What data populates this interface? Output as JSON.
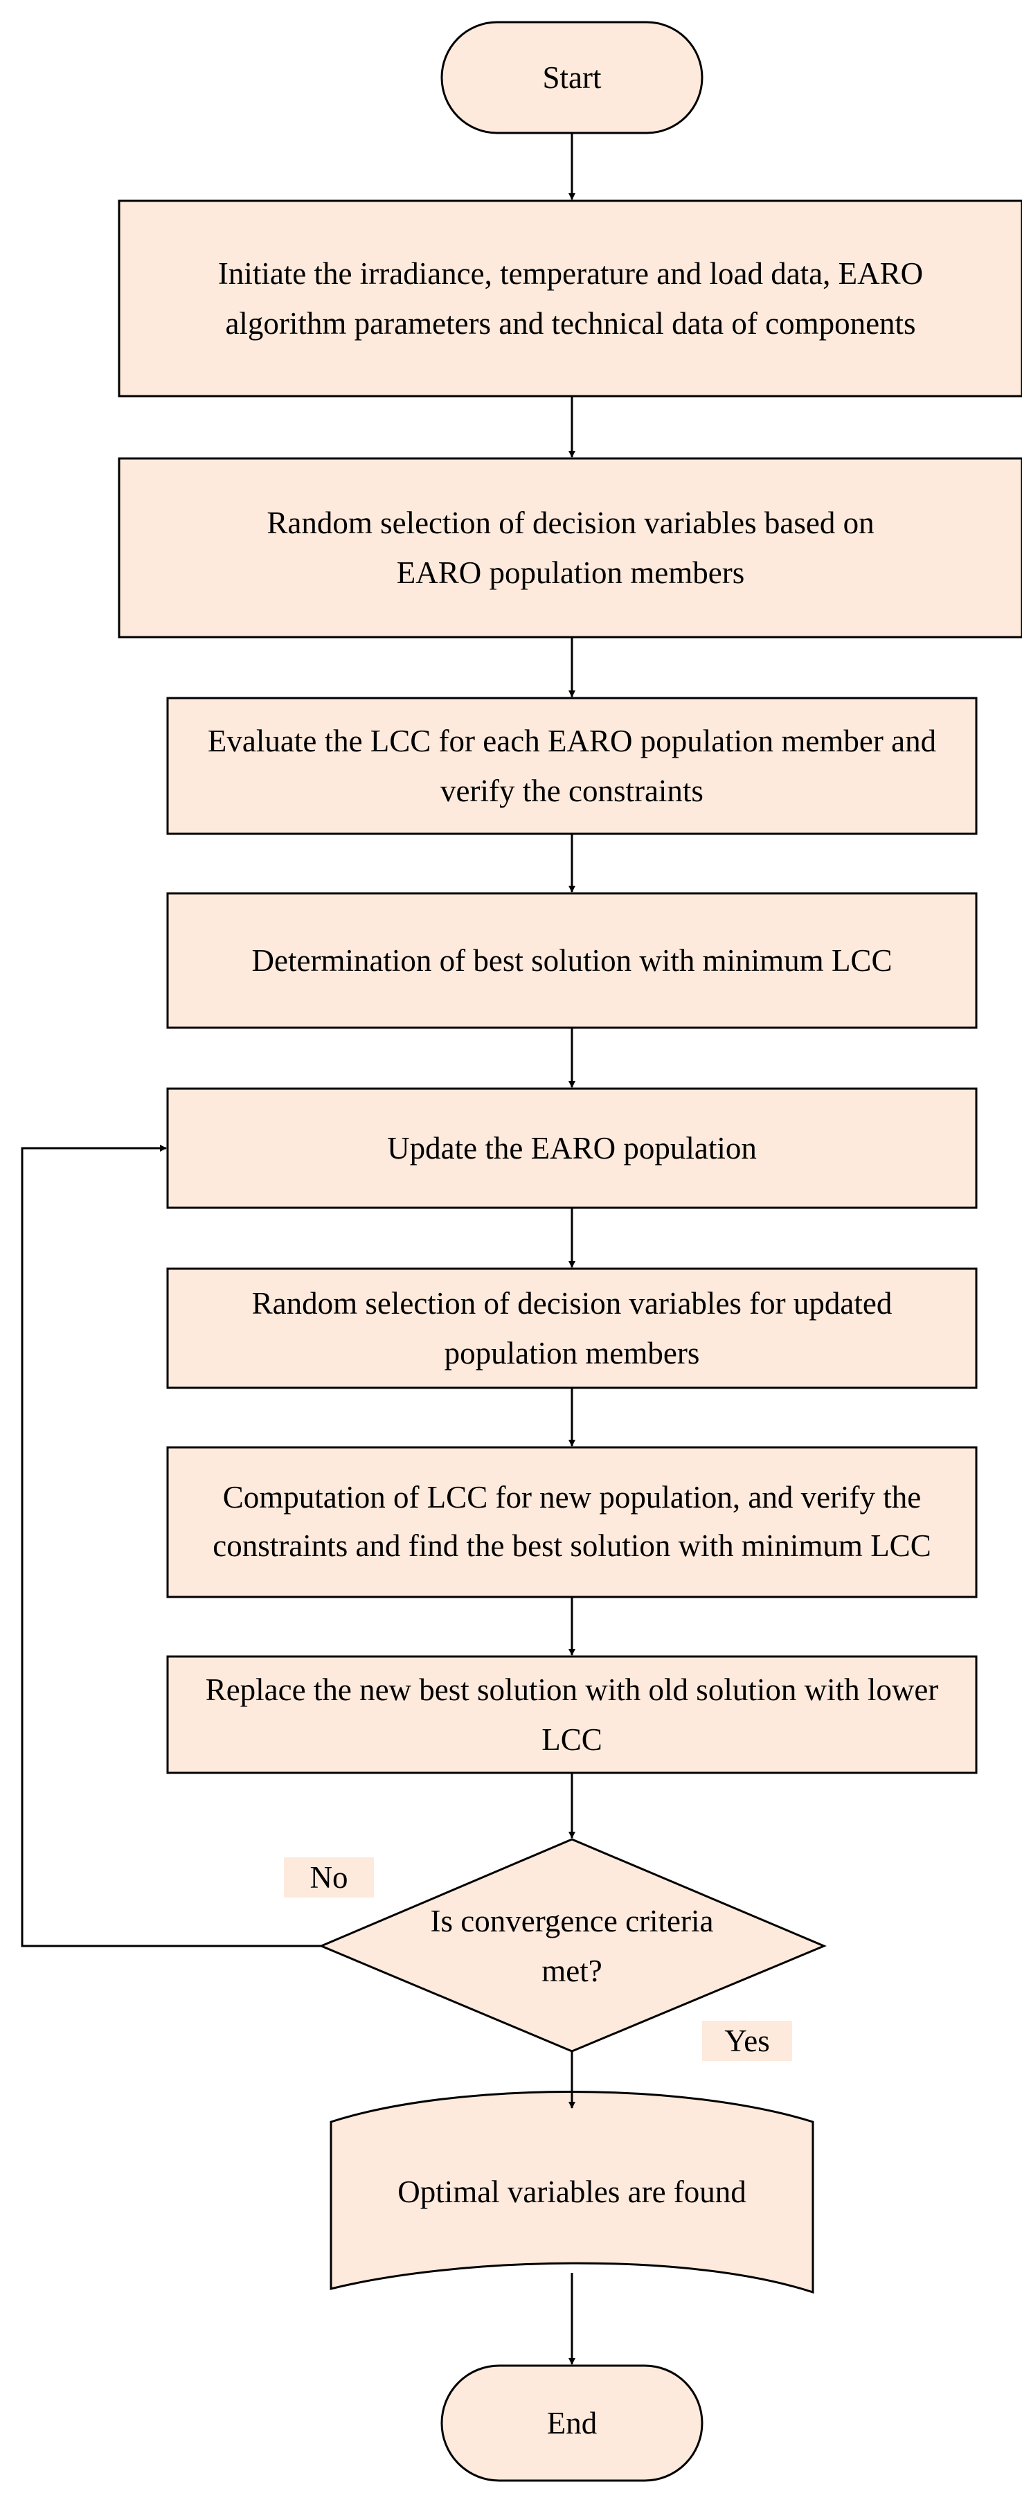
{
  "flowchart": {
    "start": "Start",
    "steps": [
      "Initiate the irradiance, temperature and load data, EARO algorithm parameters and technical data of components",
      "Random selection of decision variables based on EARO population members",
      "Evaluate the LCC for each EARO population member and verify the constraints",
      "Determination of best solution with minimum LCC",
      "Update the EARO population",
      "Random selection of decision variables for updated population members",
      "Computation of LCC for new population, and verify the constraints and find the best solution with minimum LCC",
      "Replace the new best solution with old solution with lower LCC"
    ],
    "decision": "Is convergence criteria met?",
    "no_label": "No",
    "yes_label": "Yes",
    "output": "Optimal variables are found",
    "end": "End"
  },
  "colors": {
    "fill": "#fdeadc",
    "stroke": "#000000"
  }
}
